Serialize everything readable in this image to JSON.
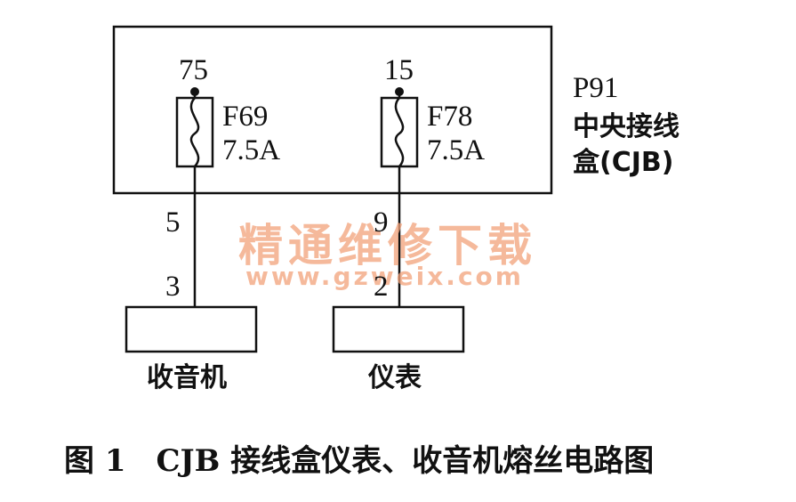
{
  "connector": {
    "id": "P91",
    "name_line1": "中央接线",
    "name_line2": "盒(CJB)"
  },
  "fuses": [
    {
      "pin_top": "75",
      "name": "F69",
      "rating": "7.5A",
      "pin_wire": "5",
      "pin_load": "3",
      "load": "收音机"
    },
    {
      "pin_top": "15",
      "name": "F78",
      "rating": "7.5A",
      "pin_wire": "9",
      "pin_load": "2",
      "load": "仪表"
    }
  ],
  "watermark": {
    "line1": "精通维修下载",
    "line2": "www.gzweix.com"
  },
  "caption": "图 1　CJB 接线盒仪表、收音机熔丝电路图"
}
